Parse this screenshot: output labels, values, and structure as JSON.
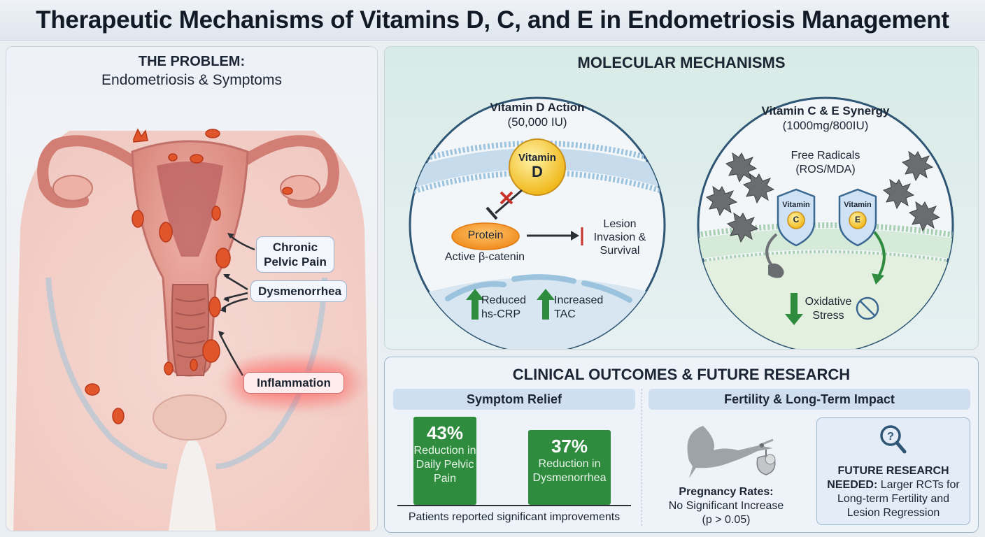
{
  "title": "Therapeutic Mechanisms of Vitamins D, C, and E in Endometriosis Management",
  "problem": {
    "heading": "THE PROBLEM:",
    "subheading": "Endometriosis & Symptoms",
    "callouts": [
      "Chronic Pelvic Pain",
      "Dysmenorrhea",
      "Inflammation"
    ]
  },
  "mechanisms": {
    "heading": "MOLECULAR MECHANISMS",
    "vitamin_d": {
      "title": "Vitamin D Action",
      "dose": "(50,000 IU)",
      "badge_top": "Vitamin",
      "badge_letter": "D",
      "protein": "Protein",
      "protein_label": "Active β-catenin",
      "lesion_line1": "Lesion",
      "lesion_line2": "Invasion &",
      "lesion_line3": "Survival",
      "reduced_line1": "Reduced",
      "reduced_line2": "hs-CRP",
      "increased_line1": "Increased",
      "increased_line2": "TAC"
    },
    "vitamin_ce": {
      "title": "Vitamin C & E Synergy",
      "dose": "(1000mg/800IU)",
      "radicals_line1": "Free Radicals",
      "radicals_line2": "(ROS/MDA)",
      "shield_c_label": "Vitamin",
      "shield_c_letter": "C",
      "shield_e_label": "Vitamin",
      "shield_e_letter": "E",
      "stress_line1": "Oxidative",
      "stress_line2": "Stress"
    }
  },
  "clinical": {
    "heading": "CLINICAL OUTCOMES & FUTURE RESEARCH",
    "symptom_head": "Symptom Relief",
    "fertility_head": "Fertility & Long-Term Impact",
    "bars": [
      {
        "pct": "43%",
        "line1": "Reduction in",
        "line2": "Daily Pelvic",
        "line3": "Pain"
      },
      {
        "pct": "37%",
        "line1": "Reduction in",
        "line2": "Dysmenorrhea",
        "line3": ""
      }
    ],
    "bar_caption": "Patients reported significant improvements",
    "pregnancy_title": "Pregnancy Rates:",
    "pregnancy_line1": "No Significant Increase",
    "pregnancy_line2": "(p > 0.05)",
    "research_line1": "FUTURE RESEARCH",
    "research_line2_bold": "NEEDED:",
    "research_line2_rest": " Larger RCTs for",
    "research_line3": "Long-term Fertility and",
    "research_line4": "Lesion Regression"
  },
  "colors": {
    "accent_green": "#2f8c3f",
    "lesion": "#e0552a",
    "tissue": "#e8a29a",
    "membrane": "#9cc3de"
  }
}
